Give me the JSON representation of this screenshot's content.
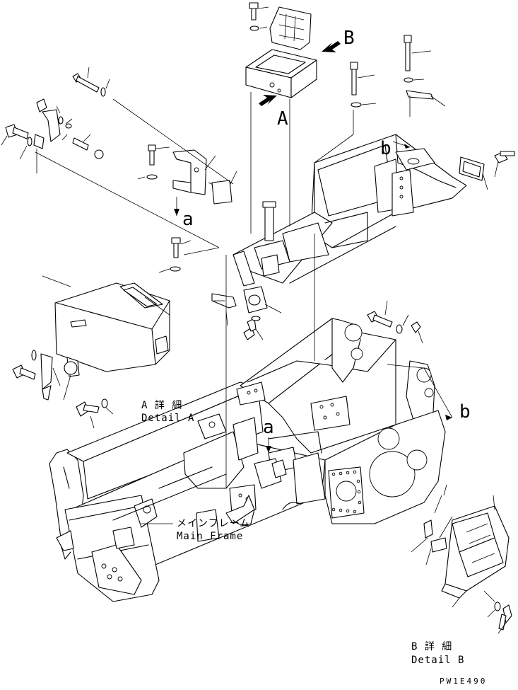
{
  "callouts": {
    "view_b_letter": "B",
    "view_a_letter": "A",
    "ref_a_upper": "a",
    "ref_a_lower": "a",
    "ref_b_upper": "b",
    "ref_b_right": "b"
  },
  "detail_a": {
    "jp": "A 詳 細",
    "en": "Detail A"
  },
  "detail_b": {
    "jp": "B 詳 細",
    "en": "Detail B"
  },
  "main_frame": {
    "jp": "メインフレーム",
    "en": "Main Frame"
  },
  "drawing_code": "PW1E490"
}
